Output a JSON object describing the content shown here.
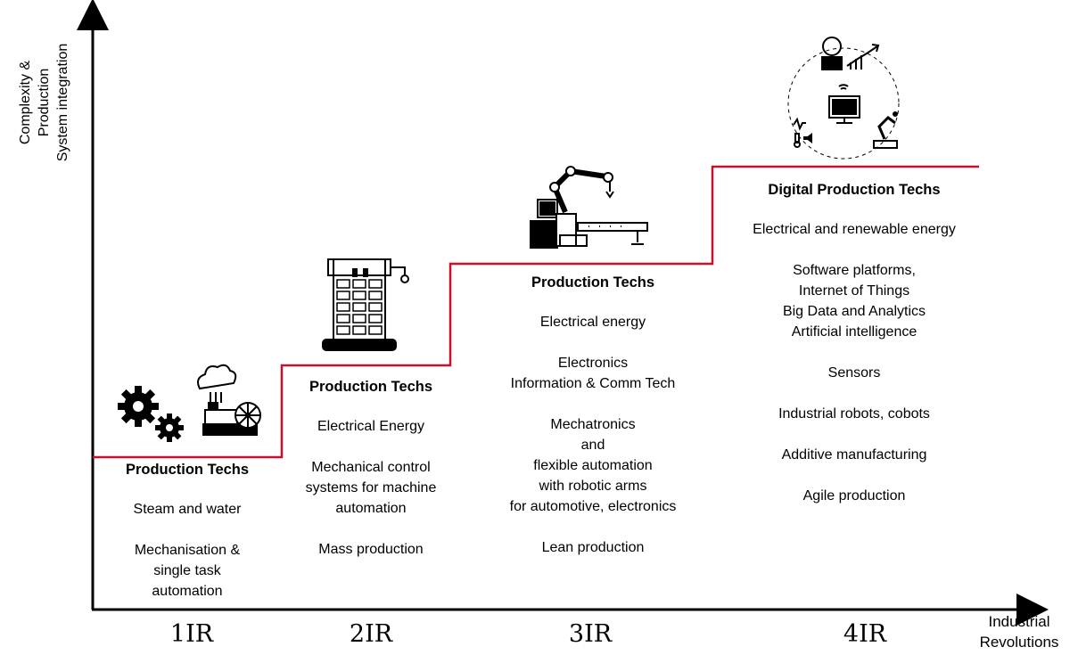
{
  "axes": {
    "y_label": [
      "Complexity &",
      "Production",
      "System integration"
    ],
    "x_label": [
      "Industrial",
      "Revolutions"
    ]
  },
  "revolutions": [
    "1IR",
    "2IR",
    "3IR",
    "4IR"
  ],
  "columns": [
    {
      "title": "Production Techs",
      "groups": [
        [
          "Steam and water"
        ],
        [
          "Mechanisation &",
          "single task",
          "automation"
        ]
      ]
    },
    {
      "title": "Production Techs",
      "groups": [
        [
          "Electrical Energy"
        ],
        [
          "Mechanical control",
          "systems for machine",
          "automation"
        ],
        [
          "Mass production"
        ]
      ]
    },
    {
      "title": "Production Techs",
      "groups": [
        [
          "Electrical energy"
        ],
        [
          "Electronics",
          "Information & Comm Tech"
        ],
        [
          "Mechatronics",
          "and",
          "flexible automation",
          "with robotic arms",
          "for automotive, electronics"
        ],
        [
          "Lean production"
        ]
      ]
    },
    {
      "title": "Digital Production Techs",
      "groups": [
        [
          "Electrical and renewable energy"
        ],
        [
          "Software platforms,",
          "Internet of Things",
          "Big Data and Analytics",
          "Artificial intelligence"
        ],
        [
          "Sensors"
        ],
        [
          "Industrial robots, cobots"
        ],
        [
          "Additive manufacturing"
        ],
        [
          "Agile production"
        ]
      ]
    }
  ],
  "icons": [
    "gears-icon",
    "steam-engine-icon",
    "factory-building-icon",
    "robotic-arm-conveyor-icon",
    "digital-factory-icon"
  ],
  "colors": {
    "step_line": "#c8102e",
    "axis": "#000000"
  }
}
